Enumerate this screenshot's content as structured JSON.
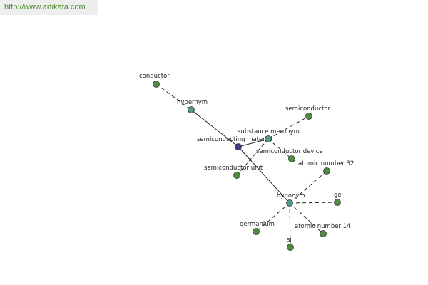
{
  "url": "http://www.artikata.com",
  "colors": {
    "leaf": "#4e8c41",
    "relation": "#4e9a8c",
    "center": "#3a3a86",
    "stroke": "#333333"
  },
  "nodes": [
    {
      "id": "conductor",
      "label": "conductor",
      "kind": "leaf"
    },
    {
      "id": "hypernym",
      "label": "hypernym",
      "kind": "relation"
    },
    {
      "id": "semiconducting-material",
      "label": "semiconducting material",
      "kind": "center"
    },
    {
      "id": "substance-meronym",
      "label": "substance meronym",
      "kind": "relation"
    },
    {
      "id": "semiconductor",
      "label": "semiconductor",
      "kind": "leaf"
    },
    {
      "id": "semiconductor-device",
      "label": "semiconductor device",
      "kind": "leaf"
    },
    {
      "id": "semiconductor-unit",
      "label": "semiconductor unit",
      "kind": "leaf"
    },
    {
      "id": "hyponym",
      "label": "hyponym",
      "kind": "relation"
    },
    {
      "id": "atomic-number-32",
      "label": "atomic number 32",
      "kind": "leaf"
    },
    {
      "id": "ge",
      "label": "ge",
      "kind": "leaf"
    },
    {
      "id": "germanium",
      "label": "germanium",
      "kind": "leaf"
    },
    {
      "id": "atomic-number-14",
      "label": "atomic number 14",
      "kind": "leaf"
    },
    {
      "id": "si",
      "label": "si",
      "kind": "leaf"
    }
  ],
  "edges": [
    {
      "from": "conductor",
      "to": "hypernym",
      "style": "dashed"
    },
    {
      "from": "hypernym",
      "to": "semiconducting-material",
      "style": "solid"
    },
    {
      "from": "semiconducting-material",
      "to": "substance-meronym",
      "style": "solid"
    },
    {
      "from": "substance-meronym",
      "to": "semiconductor",
      "style": "dashed"
    },
    {
      "from": "substance-meronym",
      "to": "semiconductor-device",
      "style": "dashed"
    },
    {
      "from": "substance-meronym",
      "to": "semiconductor-unit",
      "style": "dashed"
    },
    {
      "from": "semiconducting-material",
      "to": "hyponym",
      "style": "solid"
    },
    {
      "from": "hyponym",
      "to": "atomic-number-32",
      "style": "dashed"
    },
    {
      "from": "hyponym",
      "to": "ge",
      "style": "dashed"
    },
    {
      "from": "hyponym",
      "to": "germanium",
      "style": "dashed"
    },
    {
      "from": "hyponym",
      "to": "atomic-number-14",
      "style": "dashed"
    },
    {
      "from": "hyponym",
      "to": "si",
      "style": "dashed"
    }
  ]
}
